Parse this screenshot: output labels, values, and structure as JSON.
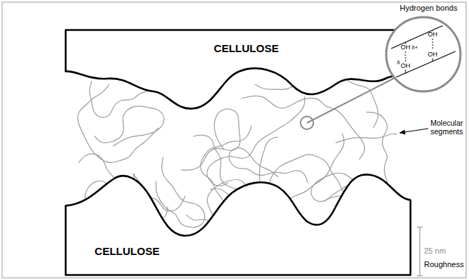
{
  "diagram": {
    "nodes": [
      {
        "text": [
          "CELLULOSE"
        ]
      },
      {
        "text": [
          "CELLULOSE"
        ]
      }
    ],
    "labels": [
      "Hydrogen bonds",
      "OH",
      "OH",
      "δ+",
      "δ",
      "OH",
      "OH",
      "Molecular segments",
      "25 nm",
      "Roughness"
    ]
  }
}
